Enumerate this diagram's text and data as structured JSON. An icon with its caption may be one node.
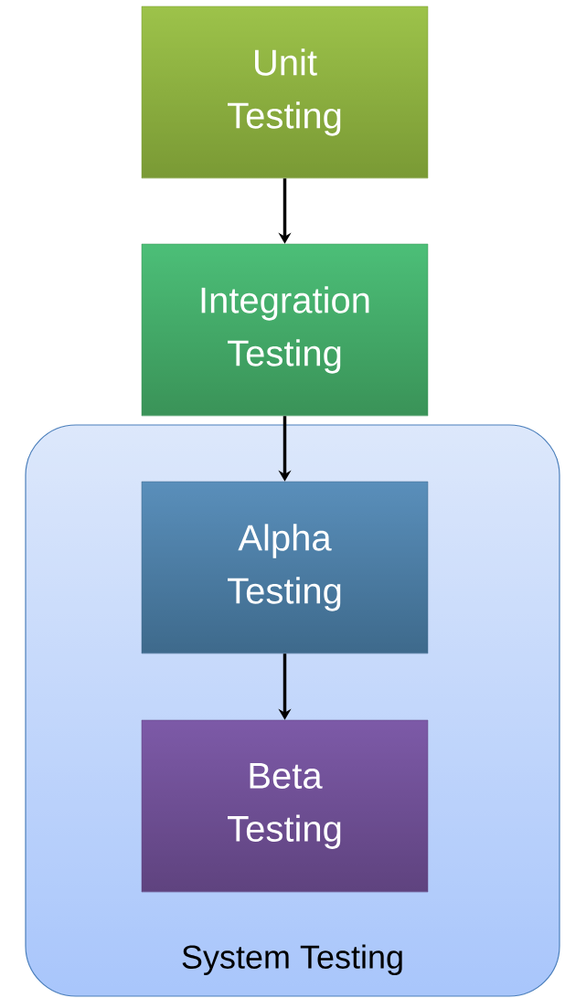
{
  "diagram": {
    "nodes": [
      {
        "text": [
          "Unit Testing"
        ]
      },
      {
        "text": [
          "Integration Testing"
        ]
      },
      {
        "text": [
          "System Testing"
        ]
      },
      {
        "text": [
          "Alpha Testing"
        ],
        "in": 2
      },
      {
        "text": [
          "Beta Testing"
        ],
        "in": 2
      }
    ],
    "edges": [
      {
        "from": 0,
        "to": 1,
        "arrow": "to"
      },
      {
        "from": 1,
        "to": 3,
        "arrow": "to"
      },
      {
        "from": 3,
        "to": 4,
        "arrow": "to"
      }
    ]
  }
}
